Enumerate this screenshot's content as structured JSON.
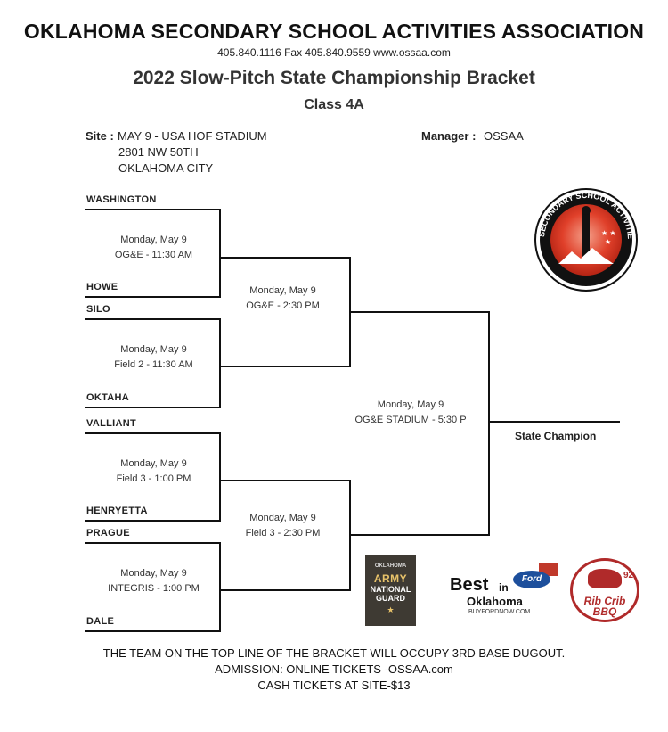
{
  "header": {
    "org": "OKLAHOMA SECONDARY SCHOOL ACTIVITIES ASSOCIATION",
    "contact": "405.840.1116   Fax 405.840.9559  www.ossaa.com",
    "title": "2022 Slow-Pitch State Championship Bracket",
    "class": "Class 4A"
  },
  "info": {
    "site_label": "Site :",
    "site_line1": "MAY 9 - USA HOF STADIUM",
    "site_line2": "2801 NW 50TH",
    "site_line3": "OKLAHOMA  CITY",
    "manager_label": "Manager :",
    "manager_value": "OSSAA"
  },
  "teams": [
    "WASHINGTON",
    "HOWE",
    "SILO",
    "OKTAHA",
    "VALLIANT",
    "HENRYETTA",
    "PRAGUE",
    "DALE"
  ],
  "round1": [
    {
      "date": "Monday, May 9",
      "loc": "OG&E - 11:30 AM"
    },
    {
      "date": "Monday, May 9",
      "loc": "Field 2 - 11:30 AM"
    },
    {
      "date": "Monday, May 9",
      "loc": "Field 3 - 1:00 PM"
    },
    {
      "date": "Monday, May 9",
      "loc": "INTEGRIS - 1:00 PM"
    }
  ],
  "round2": [
    {
      "date": "Monday, May 9",
      "loc": "OG&E - 2:30 PM"
    },
    {
      "date": "Monday, May 9",
      "loc": "Field 3 - 2:30 PM"
    }
  ],
  "final": {
    "date": "Monday, May 9",
    "loc": "OG&E STADIUM - 5:30 P"
  },
  "champion_label": "State Champion",
  "logo": {
    "text": "SECONDARY SCHOOL ACTIVITIES ASSOCIATION",
    "icon": "ossaa-seal-icon"
  },
  "sponsors": {
    "army": {
      "top": "OKLAHOMA",
      "l1": "ARMY",
      "l2": "NATIONAL",
      "l3": "GUARD",
      "star": "★"
    },
    "ford": {
      "best": "Best",
      "in": "in",
      "ok": "Oklahoma",
      "url": "BUYFORDNOW.COM",
      "ford": "Ford"
    },
    "rib": {
      "text1": "Rib Crib",
      "text2": "BBQ",
      "num": "92"
    }
  },
  "footer": {
    "line1": "THE  TEAM ON THE TOP LINE OF THE BRACKET WILL OCCUPY 3RD BASE DUGOUT.",
    "line2": "ADMISSION: ONLINE TICKETS -OSSAA.com",
    "line3": "CASH TICKETS AT SITE-$13"
  }
}
